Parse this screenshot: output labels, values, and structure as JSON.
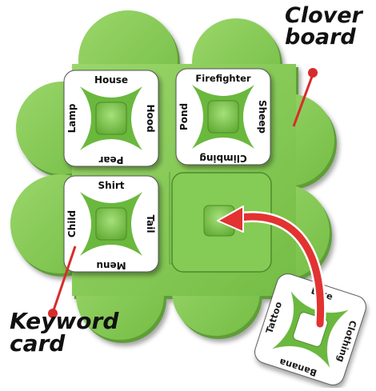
{
  "captions": {
    "clover_board": [
      "Clover",
      "board"
    ],
    "keyword_card": [
      "Keyword",
      "card"
    ]
  },
  "cards": {
    "top_left": {
      "top": "House",
      "right": "Hood",
      "bottom": "Pear",
      "left": "Lamp"
    },
    "top_right": {
      "top": "Firefighter",
      "right": "Sheep",
      "bottom": "Climbing",
      "left": "Pond"
    },
    "bottom_left": {
      "top": "Shirt",
      "right": "Tail",
      "bottom": "Menu",
      "left": "Child"
    },
    "loose": {
      "top": "Bike",
      "right": "Clothing",
      "bottom": "Banana",
      "left": "Tattoo"
    }
  },
  "colors": {
    "board_green": "#84cc55",
    "board_shadow": "#5f9d38",
    "card_star": "#6ab83c",
    "arrow_red": "#e33232",
    "pointer_red": "#d92b2b"
  }
}
